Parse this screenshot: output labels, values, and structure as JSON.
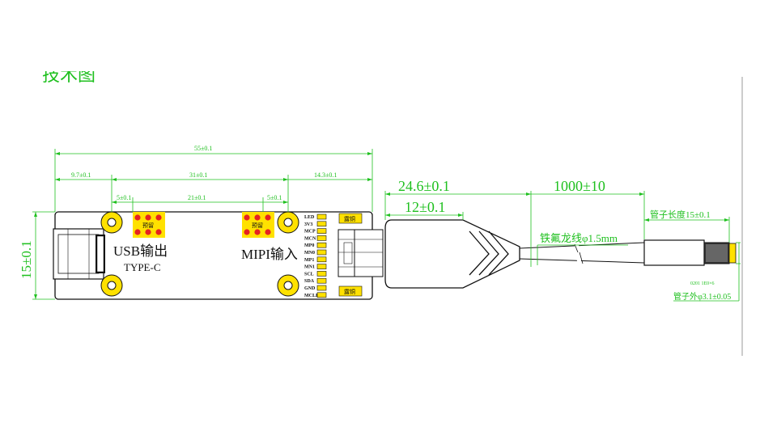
{
  "header_fragment": "技术图",
  "dimensions": {
    "board_length": "55±0.1",
    "hole_offset_left": "9.7±0.1",
    "hole_spacing": "31±0.1",
    "right_overhang": "14.3±0.1",
    "pad_left": "5±0.1",
    "pad_spacing": "21±0.1",
    "pad_right": "5±0.1",
    "board_width": "15±0.1",
    "connector_length": "24.6±0.1",
    "connector_width": "12±0.1",
    "cable_length": "1000±10",
    "tube_length": "管子长度15±0.1",
    "tube_diameter": "管子外φ3.1±0.05"
  },
  "labels": {
    "usb_output": "USB输出",
    "type_c": "TYPE-C",
    "mipi_input": "MIPI输入",
    "cable_type": "铁氟龙线φ1.5mm",
    "tube_code": "0201 1E0×6",
    "pad_tag_left": "预留",
    "pad_tag_right": "预留",
    "copper_top": "露铜",
    "copper_bottom": "露铜"
  },
  "pins": [
    "LED",
    "3V3",
    "MCP",
    "MCN",
    "MP0",
    "MN0",
    "MP1",
    "MN1",
    "SCL",
    "SDA",
    "GND",
    "MCLK"
  ],
  "colors": {
    "dimension": "#1fc01f",
    "outline": "#111111",
    "pad_red": "#e52222",
    "pad_yellow": "#ffe100",
    "pin_yellow": "#ffe100"
  }
}
